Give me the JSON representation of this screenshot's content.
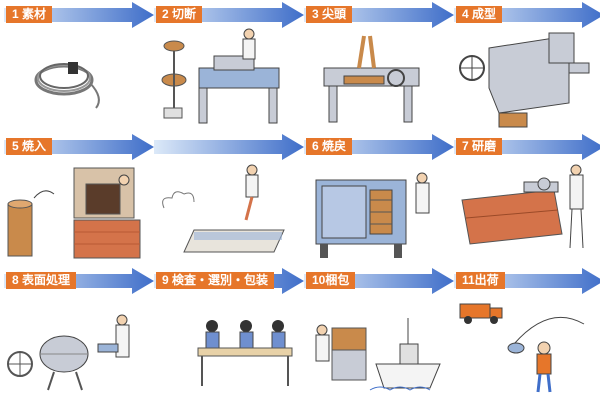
{
  "steps": [
    {
      "label": "1 素材",
      "icon": "wire-coil-icon"
    },
    {
      "label": "2 切断",
      "icon": "cutting-machine-icon"
    },
    {
      "label": "3 尖頭",
      "icon": "pointing-machine-icon"
    },
    {
      "label": "4 成型",
      "icon": "forming-machine-icon"
    },
    {
      "label": "5 焼入",
      "icon": "quenching-furnace-icon"
    },
    {
      "label": "",
      "icon": "quench-tank-icon"
    },
    {
      "label": "6 焼戻",
      "icon": "tempering-oven-icon"
    },
    {
      "label": "7 研磨",
      "icon": "polishing-machine-icon"
    },
    {
      "label": "8 表面処理",
      "icon": "surface-treatment-drum-icon"
    },
    {
      "label": "9 検査・選別・包装",
      "icon": "inspection-workers-icon"
    },
    {
      "label": "10梱包",
      "icon": "packing-ship-icon"
    },
    {
      "label": "11出荷",
      "icon": "truck-angler-icon"
    }
  ],
  "colors": {
    "label_bg": "#e6762a",
    "arrow_light": "#dce9f8",
    "arrow_dark": "#3f6ec9",
    "machine_gray": "#c8ccd6",
    "machine_blue": "#9bb4d8",
    "brick": "#d4734a",
    "copper": "#c98a4b"
  }
}
